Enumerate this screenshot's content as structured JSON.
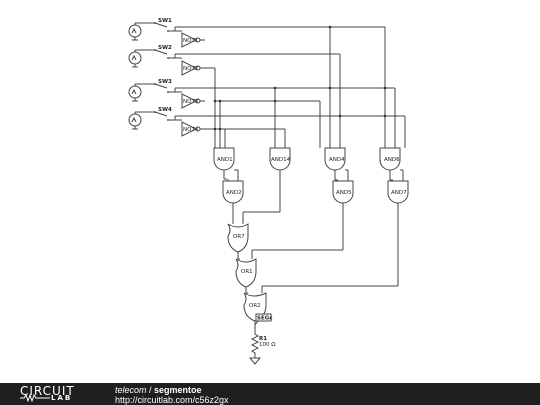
{
  "switches": {
    "sw1": "SW1",
    "sw2": "SW2",
    "sw3": "SW3",
    "sw4": "SW4"
  },
  "not_gates": {
    "not1": "NOT1",
    "not2": "NOT2",
    "not3": "NOT3",
    "not4": "NOT4"
  },
  "and_gates": {
    "and1": "AND1",
    "and14": "AND14",
    "and4": "AND4",
    "and6": "AND6",
    "and2": "AND2",
    "and5": "AND5",
    "and7": "AND7"
  },
  "or_gates": {
    "or7": "OR7",
    "or1": "OR1",
    "or2": "OR2"
  },
  "output": {
    "label": "SEGc"
  },
  "resistor": {
    "name": "R1",
    "value": "100 Ω"
  },
  "footer": {
    "logo_top": "CIRCUIT",
    "logo_bottom": "LAB",
    "user": "telecom",
    "separator": " / ",
    "project": "segmentoe",
    "url": "http://circuitlab.com/c56z2gx"
  }
}
